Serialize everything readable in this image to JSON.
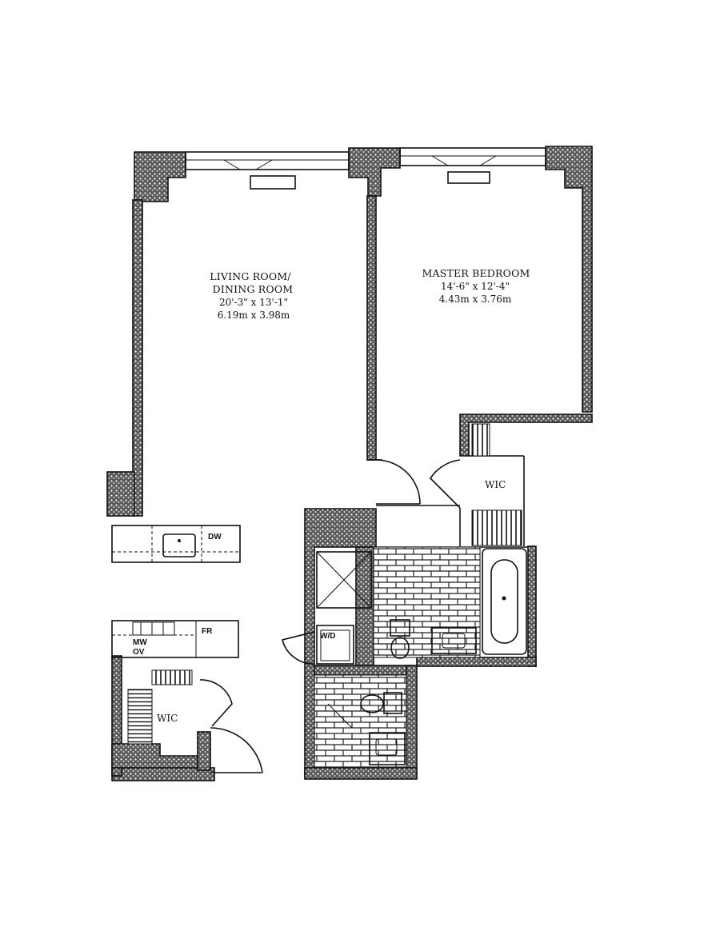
{
  "rooms": {
    "living": {
      "name_line1": "LIVING ROOM/",
      "name_line2": "DINING ROOM",
      "dim_imperial": "20'-3\" x 13'-1\"",
      "dim_metric": "6.19m x 3.98m"
    },
    "bedroom": {
      "name": "MASTER BEDROOM",
      "dim_imperial": "14'-6\" x 12'-4\"",
      "dim_metric": "4.43m x 3.76m"
    }
  },
  "fixtures": {
    "dishwasher": "DW",
    "fridge": "FR",
    "microwave": "MW",
    "oven": "OV",
    "washer_dryer": "W/D",
    "closet_bedroom": "WIC",
    "closet_entry": "WIC"
  }
}
